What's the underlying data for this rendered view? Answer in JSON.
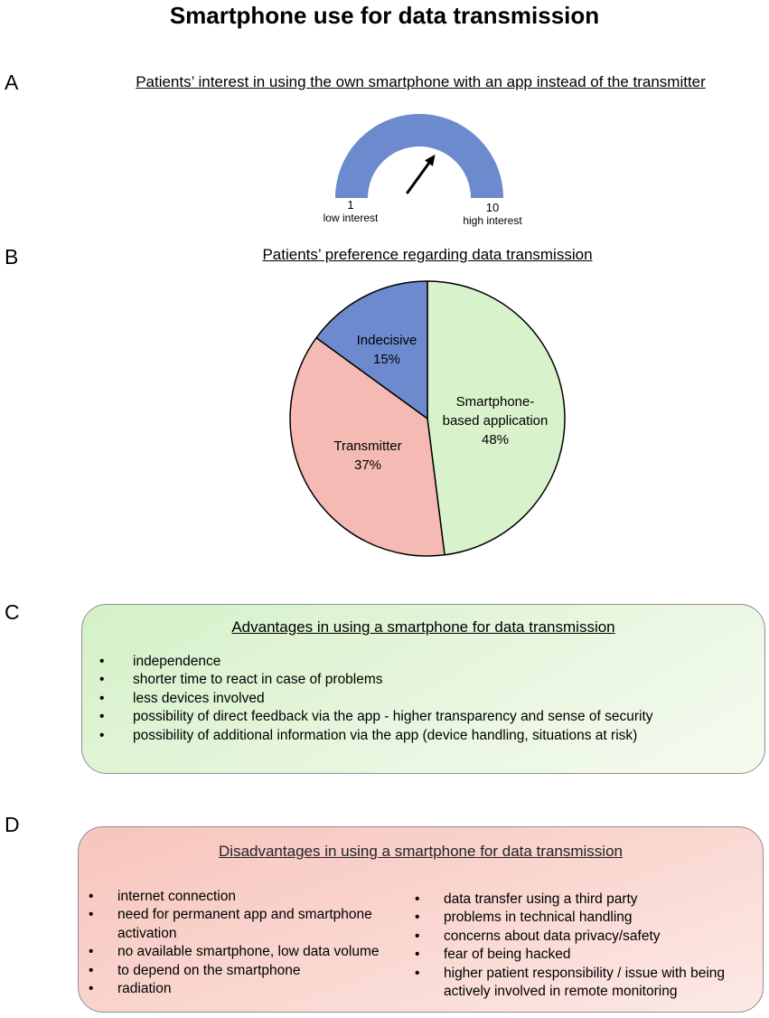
{
  "title": "Smartphone use for data transmission",
  "panels": {
    "a": {
      "letter": "A",
      "title": "Patients’ interest in using the own smartphone with an app instead of the transmitter",
      "gauge": {
        "min_value": "1",
        "min_label": "low interest",
        "max_value": "10",
        "max_label": "high interest",
        "scale_min": 1,
        "scale_max": 10,
        "needle_value": 7.3,
        "color": "#6d8ace"
      }
    },
    "b": {
      "letter": "B",
      "title": "Patients’ preference regarding data transmission",
      "slices": [
        {
          "label": "Smartphone-based application",
          "label_lines": [
            "Smartphone-",
            "based application"
          ],
          "percent_text": "48%",
          "value": 48,
          "color": "#d8f2cc"
        },
        {
          "label": "Transmitter",
          "label_lines": [
            "Transmitter"
          ],
          "percent_text": "37%",
          "value": 37,
          "color": "#f4bab3"
        },
        {
          "label": "Indecisive",
          "label_lines": [
            "Indecisive"
          ],
          "percent_text": "15%",
          "value": 15,
          "color": "#6d8ace"
        }
      ]
    },
    "c": {
      "letter": "C",
      "title": "Advantages in using a smartphone for data transmission",
      "items": [
        "independence",
        "shorter time to react in case of problems",
        "less devices involved",
        "possibility of direct feedback via the app - higher transparency and sense of security",
        "possibility of additional information via the app (device handling, situations at risk)"
      ]
    },
    "d": {
      "letter": "D",
      "title": "Disadvantages in using a smartphone for data transmission",
      "left_items": [
        "internet connection",
        "need for permanent app and smartphone activation",
        "no available smartphone, low data volume",
        "to depend on the smartphone",
        "radiation"
      ],
      "right_items": [
        "data transfer using a third party",
        "problems in technical handling",
        "concerns about data privacy/safety",
        "fear of being hacked",
        "higher patient responsibility / issue with being actively involved in remote monitoring"
      ]
    }
  },
  "chart_data": [
    {
      "type": "gauge",
      "title": "Patients’ interest in using the own smartphone with an app instead of the transmitter",
      "range": [
        1,
        10
      ],
      "value": 7.3,
      "tick_labels": [
        "1",
        "10"
      ],
      "annotations": [
        "low interest",
        "high interest"
      ]
    },
    {
      "type": "pie",
      "title": "Patients’ preference regarding data transmission",
      "categories": [
        "Smartphone-based application",
        "Transmitter",
        "Indecisive"
      ],
      "values": [
        48,
        37,
        15
      ],
      "colors": [
        "#d8f2cc",
        "#f4bab3",
        "#6d8ace"
      ]
    }
  ]
}
